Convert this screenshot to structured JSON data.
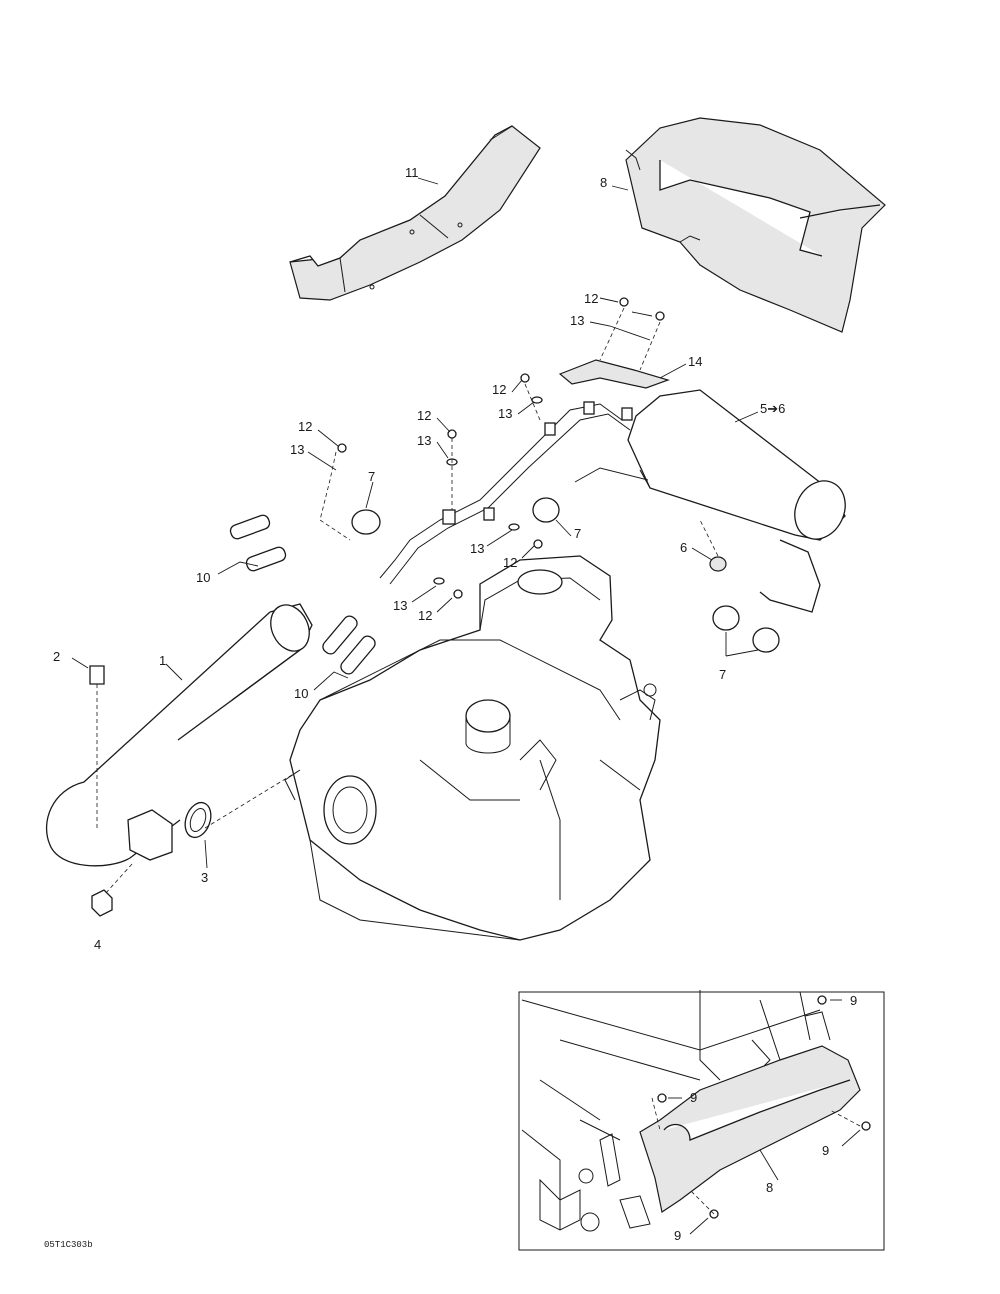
{
  "diagram": {
    "drawing_code": "05T1C303b",
    "callouts": [
      "1",
      "2",
      "3",
      "4",
      "5➔6",
      "6",
      "7",
      "7",
      "7",
      "8",
      "8",
      "9",
      "9",
      "9",
      "9",
      "10",
      "10",
      "11",
      "12",
      "12",
      "12",
      "12",
      "12",
      "12",
      "13",
      "13",
      "13",
      "13",
      "13",
      "13",
      "14"
    ]
  },
  "colors": {
    "line": "#1a1a1a",
    "background": "#ffffff",
    "shade": "#e6e6e6"
  }
}
